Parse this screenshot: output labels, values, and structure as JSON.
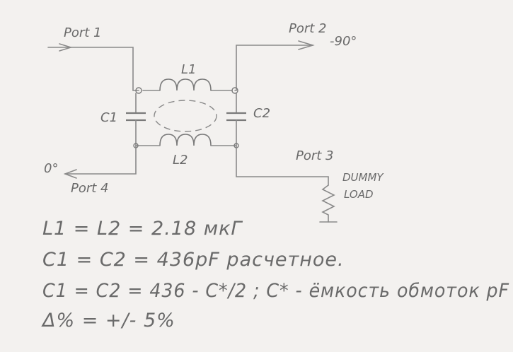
{
  "ports": {
    "port1": "Port 1",
    "port2": "Port 2",
    "port3": "Port 3",
    "port4": "Port 4"
  },
  "phases": {
    "port2_phase": "-90°",
    "port4_phase": "0°"
  },
  "components": {
    "l1": "L1",
    "l2": "L2",
    "c1": "C1",
    "c2": "C2",
    "load_line1": "DUMMY",
    "load_line2": "LOAD"
  },
  "formulas": {
    "f1": "L1 = L2 = 2.18 мкГ",
    "f2": "C1 = C2 = 436pF расчетное.",
    "f3": "C1 = C2 = 436  - C*/2 ;  C* - ёмкость обмоток pF",
    "f4": "Δ%  = +/- 5%"
  },
  "colors": {
    "paper": "#f3f1ef",
    "pencil": "#7a7a7a"
  }
}
